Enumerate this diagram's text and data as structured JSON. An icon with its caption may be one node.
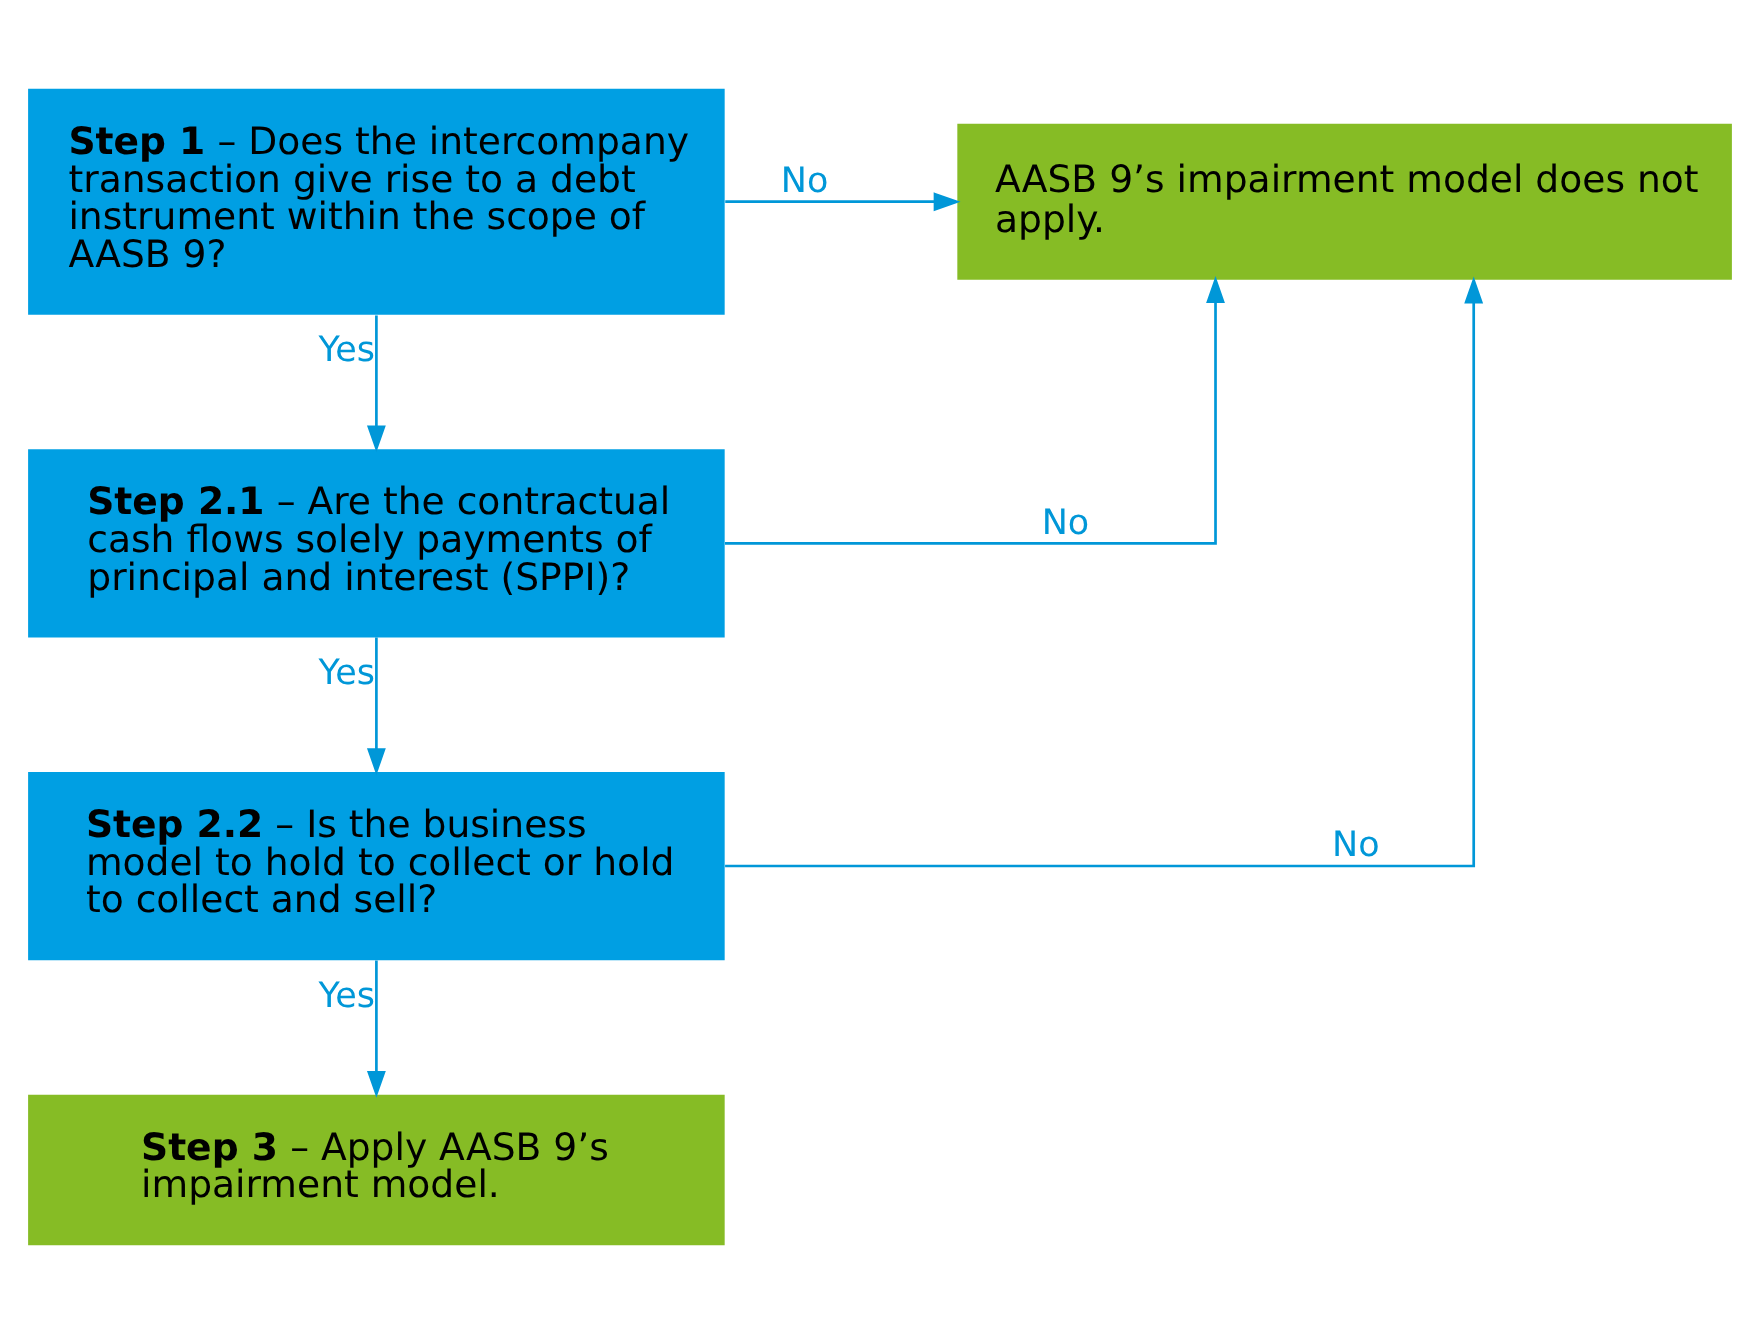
{
  "diagram": {
    "nodes": [
      {
        "text": [
          "**Step 1** – Does the intercompany transaction give rise to a debt instrument within the scope of AASB 9?"
        ]
      },
      {
        "text": [
          "AASB 9’s impairment model does not apply."
        ]
      },
      {
        "text": [
          "**Step 2.1** – Are the contractual cash flows solely payments of principal and interest (SPPI)?"
        ]
      },
      {
        "text": [
          "**Step 2.2** – Is the business model to hold to collect or hold to collect and sell?"
        ]
      },
      {
        "text": [
          "**Step 3** – Apply AASB 9’s impairment model."
        ]
      }
    ],
    "edges": [
      {
        "from": 0,
        "to": 1,
        "arrow": "to",
        "label": "No"
      },
      {
        "from": 0,
        "to": 2,
        "arrow": "to",
        "label": "Yes"
      },
      {
        "from": 2,
        "to": 1,
        "arrow": "to",
        "label": "No"
      },
      {
        "from": 2,
        "to": 3,
        "arrow": "to",
        "label": "Yes"
      },
      {
        "from": 3,
        "to": 1,
        "arrow": "to",
        "label": "No"
      },
      {
        "from": 3,
        "to": 4,
        "arrow": "to",
        "label": "Yes"
      }
    ]
  }
}
